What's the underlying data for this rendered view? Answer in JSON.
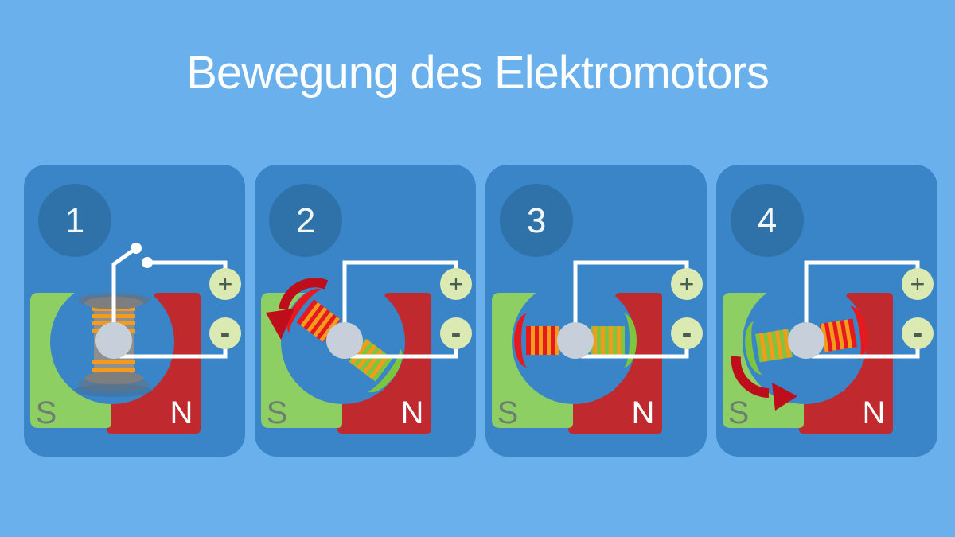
{
  "title": "Bewegung des Elektromotors",
  "labels": {
    "south_pole": "S",
    "north_pole": "N",
    "plus_terminal": "+",
    "minus_terminal": "-"
  },
  "panels": [
    {
      "number": "1",
      "coil_position": "vertical",
      "circuit_state": "open switch",
      "rotation_arrow": "none"
    },
    {
      "number": "2",
      "coil_position": "rotated ~35 deg, red end upper-left",
      "circuit_state": "closed",
      "rotation_arrow": "counterclockwise upper-left"
    },
    {
      "number": "3",
      "coil_position": "horizontal, red end toward S pole",
      "circuit_state": "closed",
      "rotation_arrow": "none"
    },
    {
      "number": "4",
      "coil_position": "horizontal flipped, red end toward N pole",
      "circuit_state": "closed",
      "rotation_arrow": "clockwise lower-left"
    }
  ],
  "colors": {
    "background": "#69b0ec",
    "panel_blue": "#3a85c8",
    "step_circle_blue": "#2e72a9",
    "magnet_south_green": "#8ecf63",
    "magnet_north_red": "#c02a2e",
    "coil_red": "#e8191e",
    "coil_green": "#7dc43f",
    "winding_orange": "#f29b1d",
    "axle_gray": "#c6cfda",
    "terminal_fill": "#dbe9b2",
    "terminal_symbol": "#4b5c50",
    "wire_white": "#ffffff",
    "arrow_dark_red": "#be0d1b",
    "s_label_gray": "#6e7f70",
    "n_label_white": "#ffffff",
    "title_white": "#fdfeff"
  }
}
